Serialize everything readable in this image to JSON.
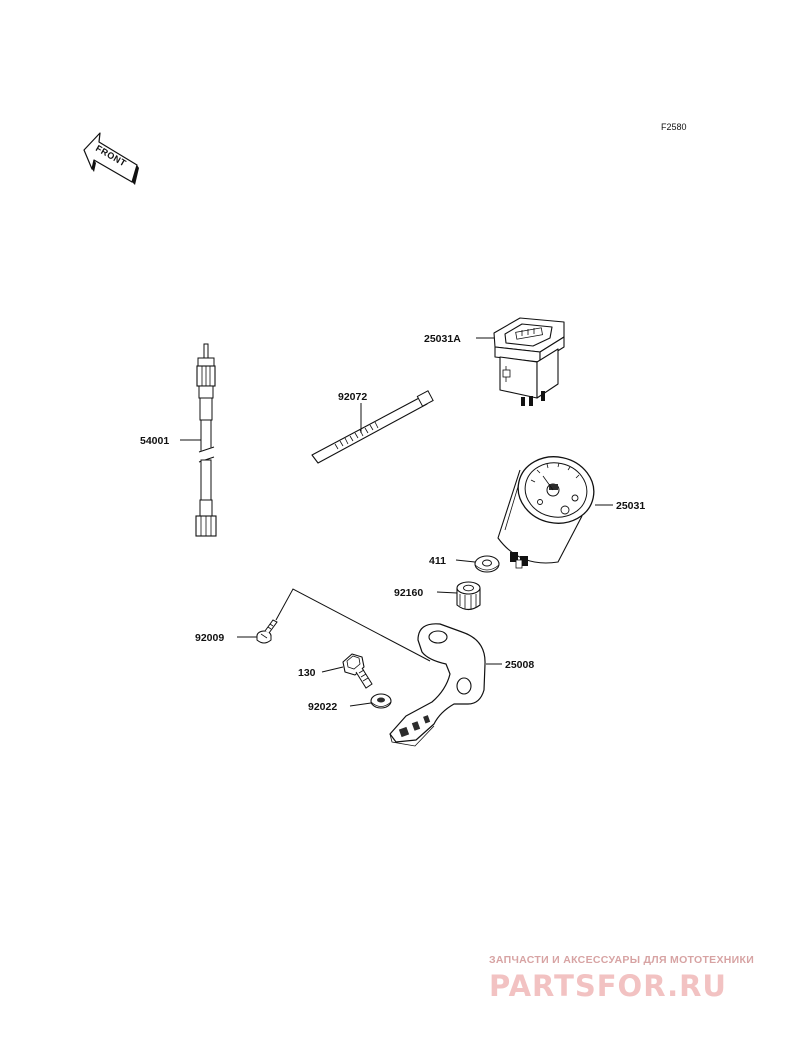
{
  "figure_code": "F2580",
  "front_marker": {
    "text": "FRONT",
    "icon": "front-arrow-icon"
  },
  "parts": {
    "p25031A": "25031A",
    "p92072": "92072",
    "p54001": "54001",
    "p25031": "25031",
    "p411": "411",
    "p92160": "92160",
    "p92009": "92009",
    "p25008": "25008",
    "p130": "130",
    "p92022": "92022"
  },
  "watermark": {
    "caption": "ЗАПЧАСТИ И АКСЕССУАРЫ ДЛЯ МОТОТЕХНИКИ",
    "logo": "PARTSFOR.RU",
    "color": "#f2c2c2"
  }
}
